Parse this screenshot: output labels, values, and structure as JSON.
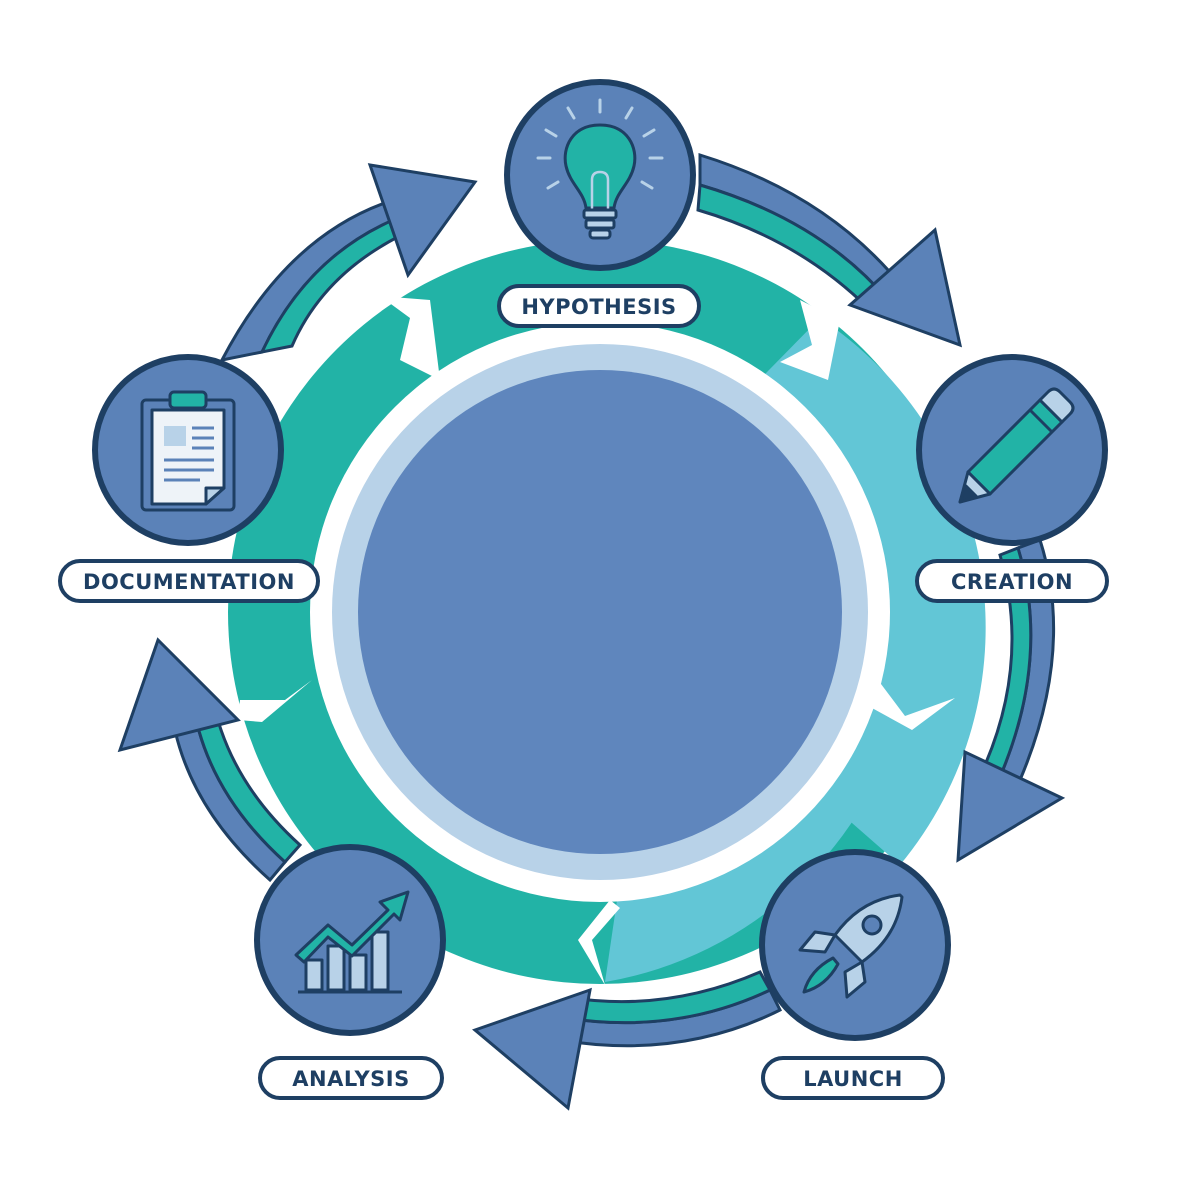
{
  "diagram": {
    "type": "cycle",
    "stages": [
      {
        "id": "hypothesis",
        "label": "HYPOTHESIS",
        "icon": "lightbulb-icon"
      },
      {
        "id": "creation",
        "label": "CREATION",
        "icon": "pencil-icon"
      },
      {
        "id": "launch",
        "label": "LAUNCH",
        "icon": "rocket-icon"
      },
      {
        "id": "analysis",
        "label": "ANALYSIS",
        "icon": "growth-chart-icon"
      },
      {
        "id": "documentation",
        "label": "DOCUMENTATION",
        "icon": "clipboard-icon"
      }
    ],
    "colors": {
      "navy": "#1e3f63",
      "blue": "#5b82b8",
      "teal": "#22b3a6",
      "light_teal": "#62c6d6",
      "pale_blue": "#b8d2e8",
      "center": "#5f86bd",
      "white": "#ffffff"
    }
  }
}
